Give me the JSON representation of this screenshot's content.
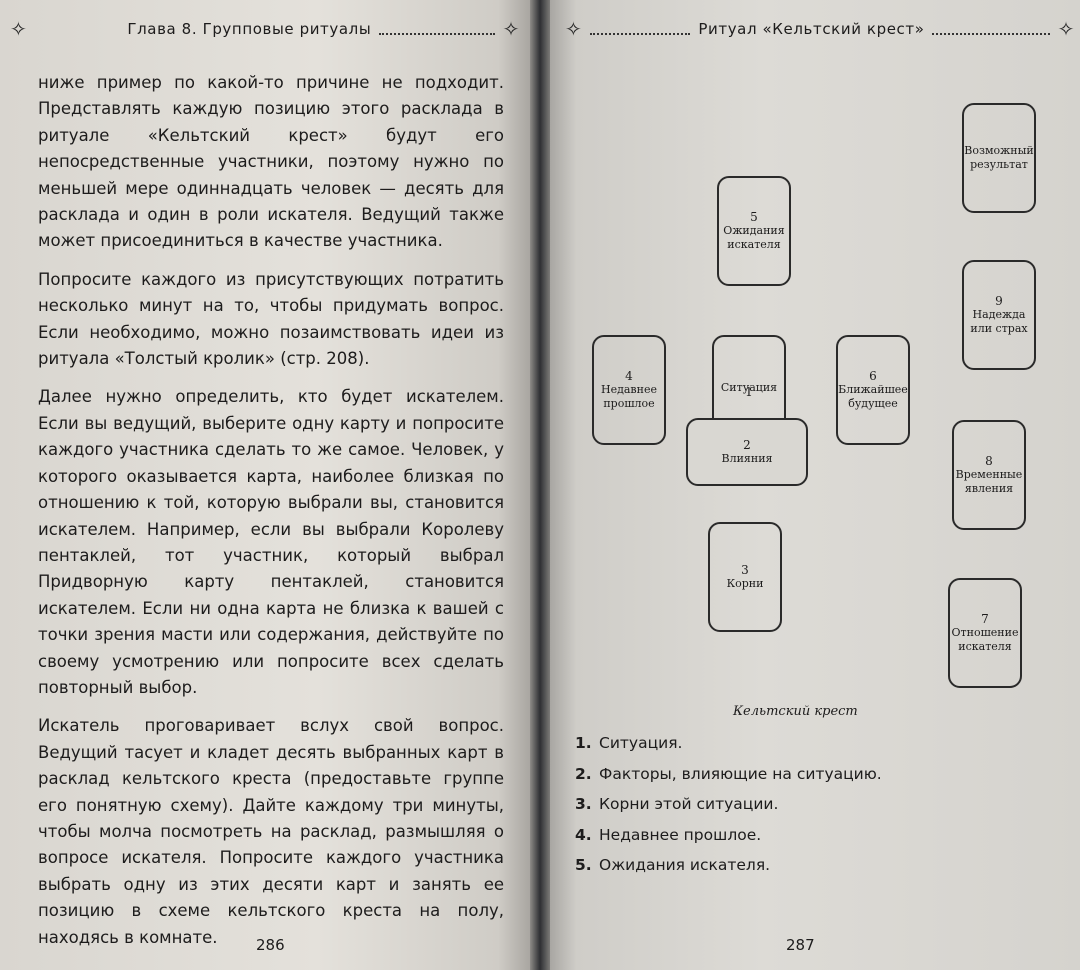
{
  "left_page": {
    "header_title": "Глава 8. Групповые ритуалы",
    "paragraphs": [
      "ниже пример по какой-то причине не подходит. Представлять каждую позицию этого расклада в ритуале «Кельтский крест» будут его непосредственные участники, поэтому нужно по меньшей мере одиннадцать человек — десять для расклада и один в роли искателя. Ведущий также может присоединиться в качестве участника.",
      "Попросите каждого из присутствующих потратить несколько минут на то, чтобы придумать вопрос. Если необходимо, можно позаимствовать идеи из ритуала «Толстый кролик» (стр. 208).",
      "Далее нужно определить, кто будет искателем. Если вы ведущий, выберите одну карту и попросите каждого участника сделать то же самое. Человек, у которого оказывается карта, наиболее близкая по отношению к той, которую выбрали вы, становится искателем. Например, если вы выбрали Королеву пентаклей, тот участник, который выбрал Придворную карту пентаклей, становится искателем. Если ни одна карта не близка к вашей с точки зрения масти или содержания, действуйте по своему усмотрению или попросите всех сделать повторный выбор.",
      "Искатель проговаривает вслух свой вопрос. Ведущий тасует и кладет десять выбранных карт в расклад кельтского креста (предоставьте группе его понятную схему). Дайте каждому три минуты, чтобы молча посмотреть на расклад, размышляя о вопросе искателя. Попросите каждого участника выбрать одну из этих десяти карт и занять ее позицию в схеме кельтского креста на полу, находясь в комнате."
    ],
    "page_number": "286"
  },
  "right_page": {
    "header_title": "Ритуал «Кельтский крест»",
    "cards": [
      {
        "id": "c5",
        "num": "5",
        "label1": "Ожидания",
        "label2": "искателя"
      },
      {
        "id": "c10",
        "num": "",
        "label1": "Возможный",
        "label2": "результат"
      },
      {
        "id": "c9",
        "num": "9",
        "label1": "Надежда",
        "label2": "или страх"
      },
      {
        "id": "c4",
        "num": "4",
        "label1": "Недавнее",
        "label2": "прошлое"
      },
      {
        "id": "c1",
        "num": "1",
        "label1": "Ситуация",
        "label2": ""
      },
      {
        "id": "c6",
        "num": "6",
        "label1": "Ближайшее",
        "label2": "будущее"
      },
      {
        "id": "c2",
        "num": "2",
        "label1": "Влияния",
        "label2": ""
      },
      {
        "id": "c8",
        "num": "8",
        "label1": "Временные",
        "label2": "явления"
      },
      {
        "id": "c3",
        "num": "3",
        "label1": "Корни",
        "label2": ""
      },
      {
        "id": "c7",
        "num": "7",
        "label1": "Отношение",
        "label2": "искателя"
      }
    ],
    "caption": "Кельтский крест",
    "list": [
      {
        "n": "1.",
        "text": "Ситуация."
      },
      {
        "n": "2.",
        "text": "Факторы, влияющие на ситуацию."
      },
      {
        "n": "3.",
        "text": "Корни этой ситуации."
      },
      {
        "n": "4.",
        "text": "Недавнее прошлое."
      },
      {
        "n": "5.",
        "text": "Ожидания искателя."
      }
    ],
    "page_number": "287"
  },
  "icons": {
    "ornament": "✧"
  }
}
